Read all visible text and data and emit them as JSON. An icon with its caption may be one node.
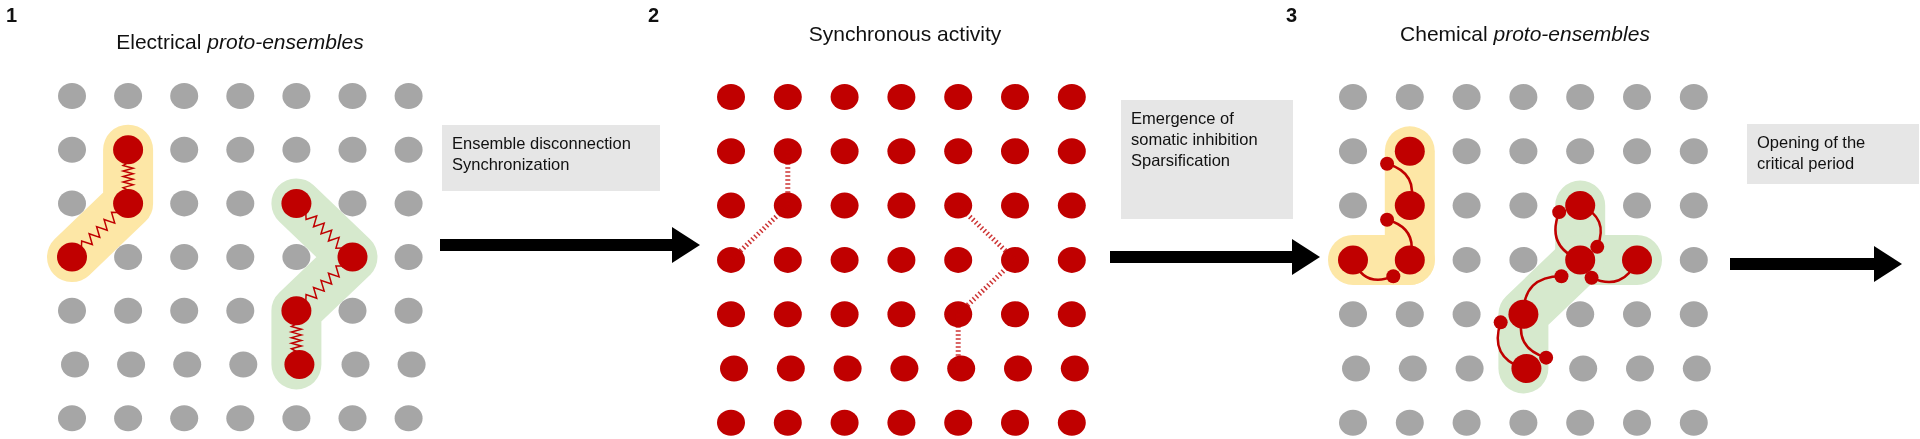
{
  "diagram": {
    "nodes": [
      {
        "text": [
          "Electrical *proto-ensembles*"
        ],
        "beside": [
          "1"
        ]
      },
      {
        "text": [
          "Ensemble disconnection",
          "Synchronization"
        ]
      },
      {
        "text": [
          "Synchronous activity"
        ],
        "beside": [
          "2"
        ]
      },
      {
        "text": [
          "Emergence of somatic inhibition",
          "Sparsification"
        ]
      },
      {
        "text": [
          "Chemical *proto-ensembles*"
        ],
        "beside": [
          "3"
        ]
      },
      {
        "text": [
          "Opening of the critical period"
        ]
      }
    ],
    "edges": [
      {
        "from": 0,
        "to": 2,
        "arrow": "to"
      },
      {
        "from": 2,
        "to": 4,
        "arrow": "to"
      },
      {
        "from": 4,
        "to": null,
        "arrow": "to"
      }
    ]
  }
}
